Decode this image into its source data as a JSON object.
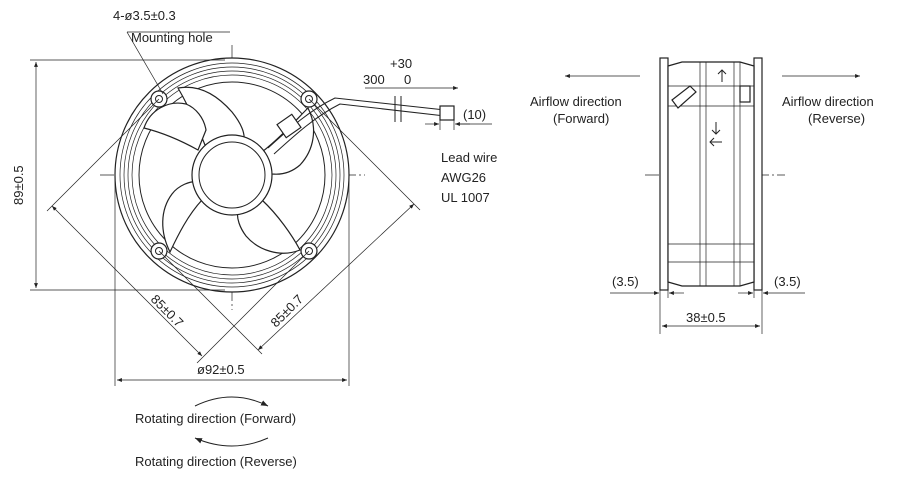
{
  "front_view": {
    "mounting_hole_spec": "4-ø3.5±0.3",
    "mounting_hole_label": "Mounting hole",
    "height_dim": "89±0.5",
    "diag_dim_left": "85±0.7",
    "diag_dim_right": "85±0.7",
    "diameter_dim": "ø92±0.5",
    "lead_tol_plus": "+30",
    "lead_length": "300",
    "lead_tol_zero": "0",
    "strip_length": "(10)",
    "lead_wire_title": "Lead wire",
    "lead_wire_gauge": "AWG26",
    "lead_wire_std": "UL 1007",
    "rotation_forward": "Rotating direction (Forward)",
    "rotation_reverse": "Rotating direction (Reverse)"
  },
  "side_view": {
    "airflow_forward_line1": "Airflow direction",
    "airflow_forward_line2": "(Forward)",
    "airflow_reverse_line1": "Airflow direction",
    "airflow_reverse_line2": "(Reverse)",
    "flange_left": "(3.5)",
    "flange_right": "(3.5)",
    "depth_dim": "38±0.5"
  }
}
